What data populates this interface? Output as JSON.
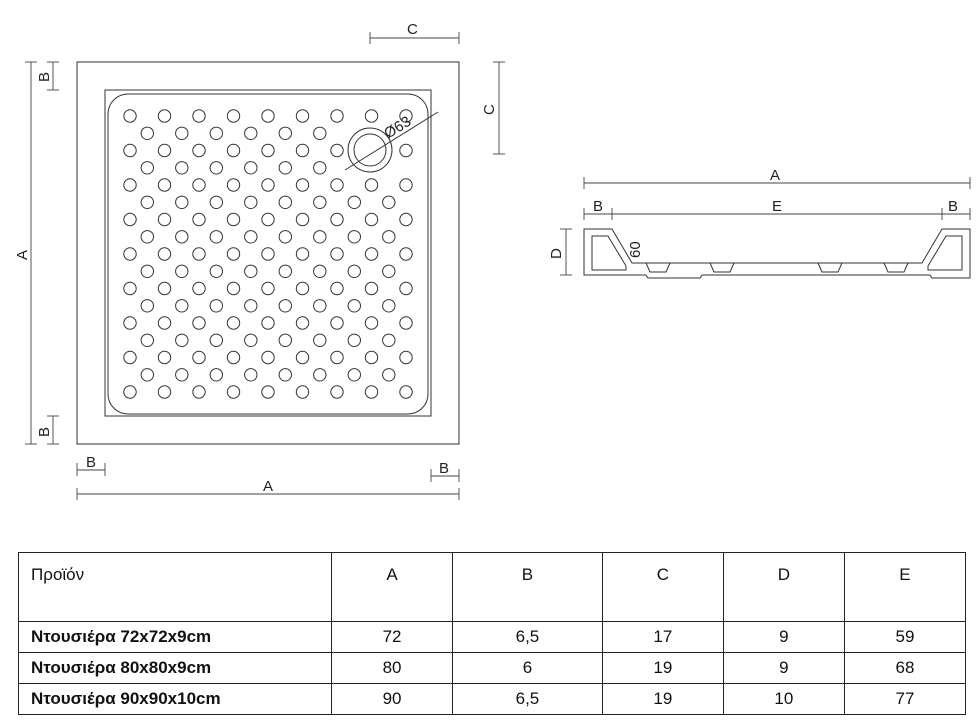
{
  "drawing": {
    "plan": {
      "dim_A_horizontal": "A",
      "dim_A_vertical": "A",
      "dim_B_left_bottom": "B",
      "dim_B_right_bottom": "B",
      "dim_B_vertical_top": "B",
      "dim_B_vertical_bottom": "B",
      "dim_C_top": "C",
      "dim_C_right": "C",
      "drain_label": "Ø63"
    },
    "section": {
      "dim_A": "A",
      "dim_B_left": "B",
      "dim_E": "E",
      "dim_B_right": "B",
      "dim_D": "D",
      "dim_60": "60"
    }
  },
  "table": {
    "headers": [
      "Προϊόν",
      "A",
      "B",
      "C",
      "D",
      "E"
    ],
    "rows": [
      {
        "name": "Ντουσιέρα 72x72x9cm",
        "A": "72",
        "B": "6,5",
        "C": "17",
        "D": "9",
        "E": "59"
      },
      {
        "name": "Ντουσιέρα 80x80x9cm",
        "A": "80",
        "B": "6",
        "C": "19",
        "D": "9",
        "E": "68"
      },
      {
        "name": "Ντουσιέρα 90x90x10cm",
        "A": "90",
        "B": "6,5",
        "C": "19",
        "D": "10",
        "E": "77"
      }
    ]
  }
}
